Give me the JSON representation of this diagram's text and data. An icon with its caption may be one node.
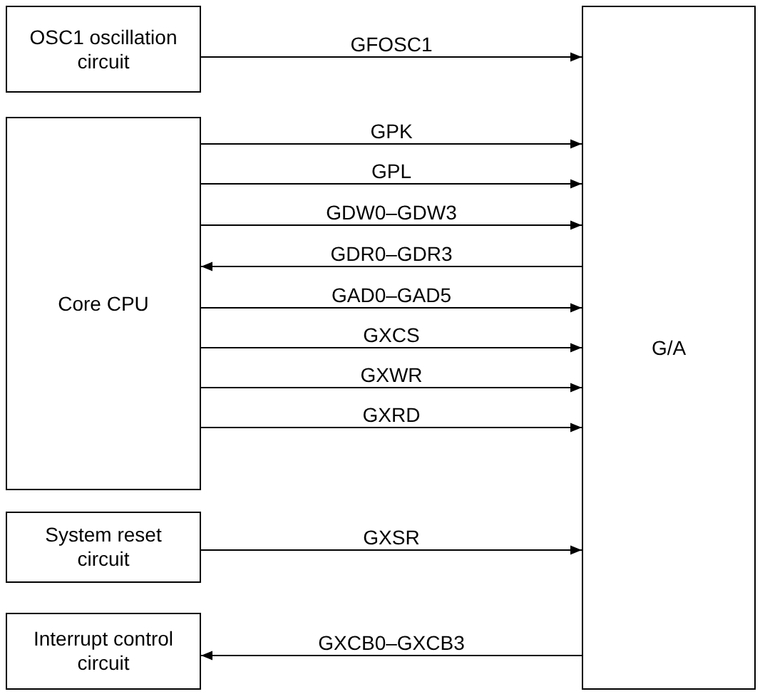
{
  "diagram": {
    "nodes": [
      {
        "text": [
          "OSC1 oscillation circuit"
        ]
      },
      {
        "text": [
          "Core CPU"
        ]
      },
      {
        "text": [
          "System reset circuit"
        ]
      },
      {
        "text": [
          "Interrupt control circuit"
        ]
      },
      {
        "text": [
          "G/A"
        ]
      }
    ],
    "edges": [
      {
        "from": 0,
        "to": 4,
        "arrow": "to",
        "label": "GFOSC1"
      },
      {
        "from": 1,
        "to": 4,
        "arrow": "to",
        "label": "GPK"
      },
      {
        "from": 1,
        "to": 4,
        "arrow": "to",
        "label": "GPL"
      },
      {
        "from": 1,
        "to": 4,
        "arrow": "to",
        "label": "GDW0–GDW3"
      },
      {
        "from": 4,
        "to": 1,
        "arrow": "to",
        "label": "GDR0–GDR3"
      },
      {
        "from": 1,
        "to": 4,
        "arrow": "to",
        "label": "GAD0–GAD5"
      },
      {
        "from": 1,
        "to": 4,
        "arrow": "to",
        "label": "GXCS"
      },
      {
        "from": 1,
        "to": 4,
        "arrow": "to",
        "label": "GXWR"
      },
      {
        "from": 1,
        "to": 4,
        "arrow": "to",
        "label": "GXRD"
      },
      {
        "from": 2,
        "to": 4,
        "arrow": "to",
        "label": "GXSR"
      },
      {
        "from": 4,
        "to": 3,
        "arrow": "to",
        "label": "GXCB0–GXCB3"
      }
    ]
  }
}
